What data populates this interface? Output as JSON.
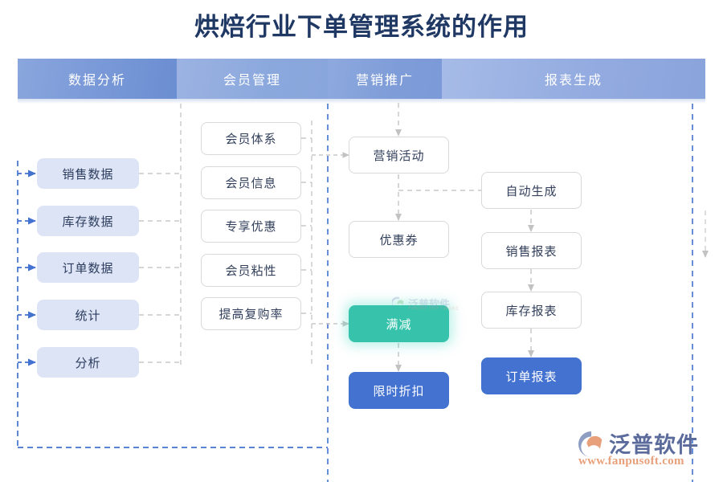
{
  "page": {
    "title": "烘焙行业下单管理系统的作用",
    "title_color": "#1f3864",
    "background": "#ffffff"
  },
  "header": {
    "segments": [
      {
        "label": "数据分析",
        "color": "#7b9ad8"
      },
      {
        "label": "会员管理",
        "color": "#8ba8dd"
      },
      {
        "label": "营销推广",
        "color": "#7e9cd8"
      },
      {
        "label": "报表生成",
        "color": "#93abe0"
      }
    ]
  },
  "columns": {
    "data_analysis": {
      "header": "数据分析",
      "style": "fill-light",
      "nodes": [
        {
          "label": "销售数据"
        },
        {
          "label": "库存数据"
        },
        {
          "label": "订单数据"
        },
        {
          "label": "统计"
        },
        {
          "label": "分析"
        }
      ]
    },
    "member_management": {
      "header": "会员管理",
      "style": "plain",
      "nodes": [
        {
          "label": "会员体系"
        },
        {
          "label": "会员信息"
        },
        {
          "label": "专享优惠"
        },
        {
          "label": "会员粘性"
        },
        {
          "label": "提高复购率"
        }
      ]
    },
    "marketing": {
      "header": "营销推广",
      "nodes": [
        {
          "label": "营销活动",
          "style": "plain"
        },
        {
          "label": "优惠券",
          "style": "plain"
        },
        {
          "label": "满减",
          "style": "teal",
          "highlight": true,
          "color": "#36c2ab"
        },
        {
          "label": "限时折扣",
          "style": "blue",
          "color": "#4372d0"
        }
      ]
    },
    "report": {
      "header": "报表生成",
      "nodes": [
        {
          "label": "自动生成",
          "style": "plain"
        },
        {
          "label": "销售报表",
          "style": "plain"
        },
        {
          "label": "库存报表",
          "style": "plain"
        },
        {
          "label": "订单报表",
          "style": "blue",
          "color": "#4372d0"
        }
      ]
    }
  },
  "connectors": {
    "blue_dashed_color": "#4372d0",
    "gray_dashed_color": "#c9c9c9"
  },
  "watermark": {
    "brand_cn": "泛普软件",
    "url": "www.fanpusoft.com",
    "brand_sub": "FANPU SOFTWARE",
    "brand_color": "#5b6b9c",
    "url_color": "#e8a07a"
  }
}
